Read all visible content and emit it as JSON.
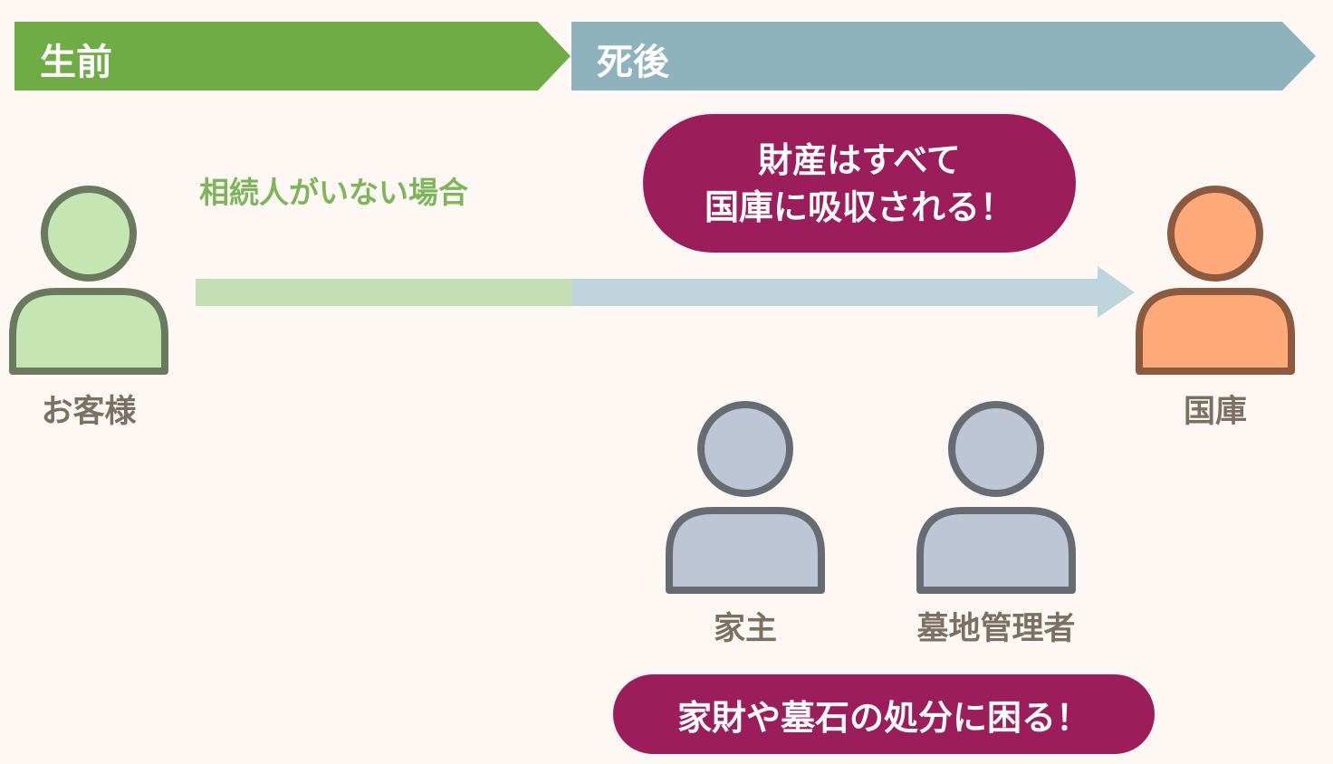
{
  "phases": {
    "before": "生前",
    "after": "死後"
  },
  "condition": "相続人がいない場合",
  "people": {
    "customer": "お客様",
    "state": "国庫",
    "landlord": "家主",
    "cemetery": "墓地管理者"
  },
  "callouts": {
    "top_line1": "財産はすべて",
    "top_line2": "国庫に吸収される！",
    "bottom": "家財や墓石の処分に困る！"
  },
  "colors": {
    "green": "#6fac46",
    "blue_gray": "#8fb3bd",
    "magenta": "#9b1d5c",
    "background": "#fdf8f3"
  }
}
